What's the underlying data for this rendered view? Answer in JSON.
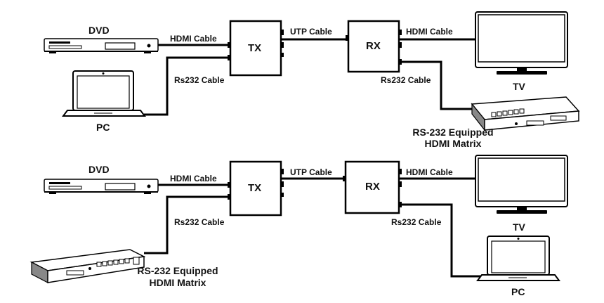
{
  "diagram_top": {
    "dvd_label": "DVD",
    "pc_label": "PC",
    "tx_label": "TX",
    "rx_label": "RX",
    "tv_label": "TV",
    "hdmi_cable_left": "HDMI Cable",
    "rs232_cable_left": "Rs232 Cable",
    "utp_cable": "UTP Cable",
    "hdmi_cable_right": "HDMI Cable",
    "rs232_cable_right": "Rs232 Cable",
    "matrix_line1": "RS-232 Equipped",
    "matrix_line2": "HDMI Matrix"
  },
  "diagram_bottom": {
    "dvd_label": "DVD",
    "tx_label": "TX",
    "rx_label": "RX",
    "tv_label": "TV",
    "pc_label": "PC",
    "hdmi_cable_left": "HDMI Cable",
    "rs232_cable_left": "Rs232 Cable",
    "utp_cable": "UTP Cable",
    "hdmi_cable_right": "HDMI Cable",
    "rs232_cable_right": "Rs232 Cable",
    "matrix_line1": "RS-232 Equipped",
    "matrix_line2": "HDMI Matrix"
  }
}
